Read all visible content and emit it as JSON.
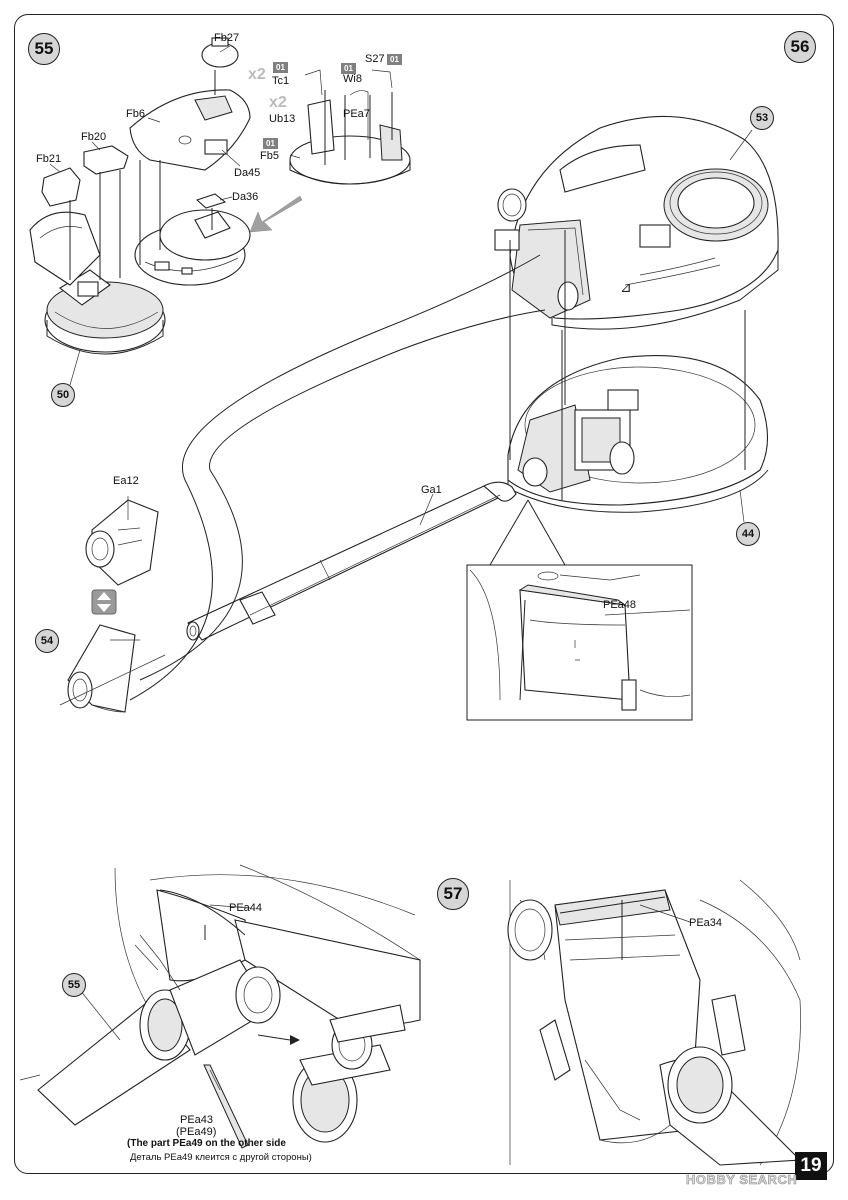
{
  "steps": {
    "s55": "55",
    "s56": "56",
    "s57": "57"
  },
  "callouts": {
    "c50": "50",
    "c53": "53",
    "c44": "44",
    "c54": "54",
    "c55": "55"
  },
  "labels": {
    "fb27": "Fb27",
    "fb6": "Fb6",
    "fb20": "Fb20",
    "fb21": "Fb21",
    "da45": "Da45",
    "da36": "Da36",
    "fb5": "Fb5",
    "tc1": "Tc1",
    "ub13": "Ub13",
    "wi8": "Wi8",
    "pea7": "PEa7",
    "s27": "S27",
    "ea12": "Ea12",
    "ga1": "Ga1",
    "pea48": "PEa48",
    "pea44": "PEa44",
    "pea43": "PEa43",
    "pea49": "(PEa49)",
    "pea34": "PEa34"
  },
  "tags": {
    "t1": "01",
    "t2": "01",
    "t3": "01",
    "t4": "01"
  },
  "multipliers": {
    "m1": "x2",
    "m2": "x2"
  },
  "notes": {
    "english": "(The part PEa49 on the other side",
    "russian": "Деталь PEa49 клеится с другой стороны)"
  },
  "page_number": "19",
  "watermark": "HOBBY SEARCH",
  "icons": {
    "direction_arrow": "arrow-left-down-icon",
    "flip": "flip-vertical-icon"
  }
}
